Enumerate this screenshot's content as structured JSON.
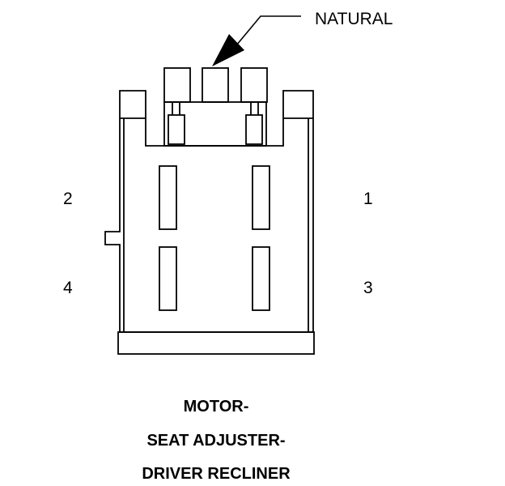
{
  "callout": {
    "text": "NATURAL"
  },
  "pins": {
    "p1": "1",
    "p2": "2",
    "p3": "3",
    "p4": "4"
  },
  "title": {
    "line1": "MOTOR-",
    "line2": "SEAT ADJUSTER-",
    "line3": "DRIVER RECLINER"
  },
  "colors": {
    "stroke": "#000000",
    "background": "#ffffff"
  }
}
